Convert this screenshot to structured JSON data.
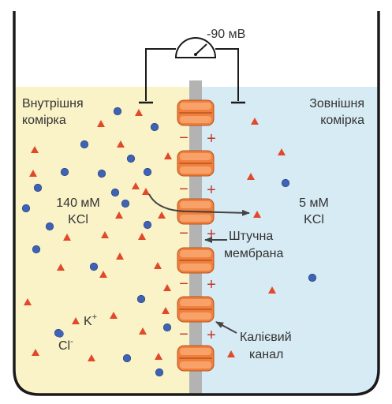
{
  "voltmeter": {
    "reading": "-90 мВ"
  },
  "inner_cell": {
    "label_line1": "Внутрішня",
    "label_line2": "комірка",
    "concentration": "140 мМ",
    "salt": "KCl",
    "fill_color": "#faf3c8"
  },
  "outer_cell": {
    "label_line1": "Зовнішня",
    "label_line2": "комірка",
    "concentration": "5 мМ",
    "salt": "KCl",
    "fill_color": "#d7ebf4"
  },
  "membrane": {
    "label_line1": "Штучна",
    "label_line2": "мембрана",
    "color": "#b3b3b3"
  },
  "channel": {
    "label_line1": "Калієвий",
    "label_line2": "канал",
    "color": "#f07f3c"
  },
  "charges": {
    "inside": "−",
    "outside": "+"
  },
  "legend": {
    "potassium_base": "K",
    "potassium_charge": "+",
    "chloride_base": "Cl",
    "chloride_charge": "-"
  },
  "ion_colors": {
    "potassium": "#e04a2a",
    "chloride": "#3f62b4"
  }
}
